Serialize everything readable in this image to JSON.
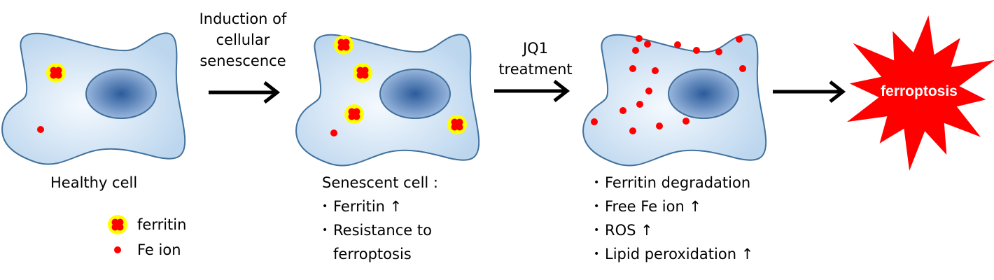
{
  "colors": {
    "cytoplasm_edge": "#c4dcf0",
    "cytoplasm_center": "#f2f8fd",
    "cell_outline": "#41719c",
    "nucleus_center": "#2f5d9a",
    "nucleus_edge": "#9cb8de",
    "fe_ion": "#ff0000",
    "ferritin_shell": "#ffff00",
    "ferritin_core": "#ff0000",
    "burst": "#ff0000",
    "burst_text": "#ffffff",
    "arrow": "#000000"
  },
  "stages": [
    {
      "id": "healthy",
      "caption": "Healthy cell",
      "ferritin_count": 1,
      "fe_ion_count": 1
    },
    {
      "id": "senescent",
      "caption": "Senescent cell :",
      "bullets": [
        "Ferritin ↑",
        "Resistance to",
        "ferroptosis"
      ],
      "ferritin_count": 4,
      "fe_ion_count": 1
    },
    {
      "id": "jq1_treated",
      "bullets": [
        "Ferritin degradation",
        "Free Fe ion ↑",
        "ROS ↑",
        "Lipid peroxidation ↑"
      ],
      "ferritin_count": 0,
      "fe_ion_count": 17
    }
  ],
  "arrows": [
    {
      "label_lines": [
        "Induction of",
        "cellular",
        "senescence"
      ]
    },
    {
      "label_lines": [
        "JQ1",
        "treatment"
      ]
    },
    {
      "label_lines": []
    }
  ],
  "outcome": {
    "label": "ferroptosis",
    "icon": "explosion-burst-icon"
  },
  "legend": [
    {
      "icon": "ferritin-icon",
      "label": "ferritin"
    },
    {
      "icon": "fe-ion-icon",
      "label": "Fe ion"
    }
  ]
}
